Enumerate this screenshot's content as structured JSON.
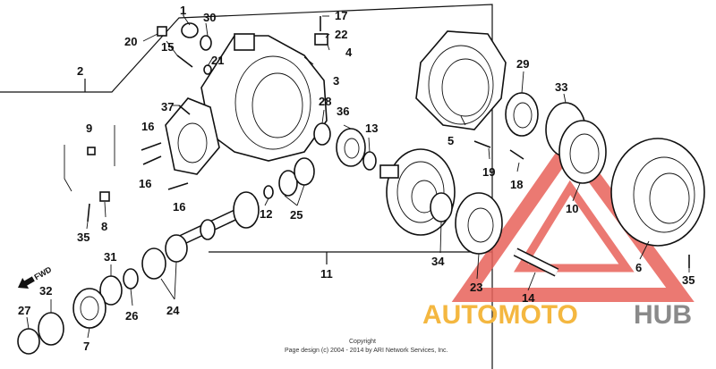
{
  "diagram": {
    "labels": {
      "p1": "1",
      "p2": "2",
      "p3": "3",
      "p4": "4",
      "p5": "5",
      "p6": "6",
      "p7": "7",
      "p8": "8",
      "p9": "9",
      "p10": "10",
      "p11": "11",
      "p12": "12",
      "p13": "13",
      "p14": "14",
      "p15": "15",
      "p16a": "16",
      "p16b": "16",
      "p16c": "16",
      "p17": "17",
      "p18": "18",
      "p19": "19",
      "p20": "20",
      "p21": "21",
      "p22": "22",
      "p23": "23",
      "p24": "24",
      "p25": "25",
      "p26": "26",
      "p27": "27",
      "p28": "28",
      "p29": "29",
      "p30": "30",
      "p31": "31",
      "p32": "32",
      "p33": "33",
      "p34": "34",
      "p35a": "35",
      "p35b": "35",
      "p36": "36",
      "p37": "37"
    },
    "fwd_label": "FWD",
    "copyright_line1": "Copyright",
    "copyright_line2": "Page design (c) 2004 - 2014 by ARI Network Services, Inc."
  },
  "watermark": {
    "text_auto": "AUTOMOTO",
    "text_hub": "HUB",
    "colors": {
      "triangle": "#e8625a",
      "auto": "#f4b740",
      "hub": "#8a8a8a"
    }
  }
}
